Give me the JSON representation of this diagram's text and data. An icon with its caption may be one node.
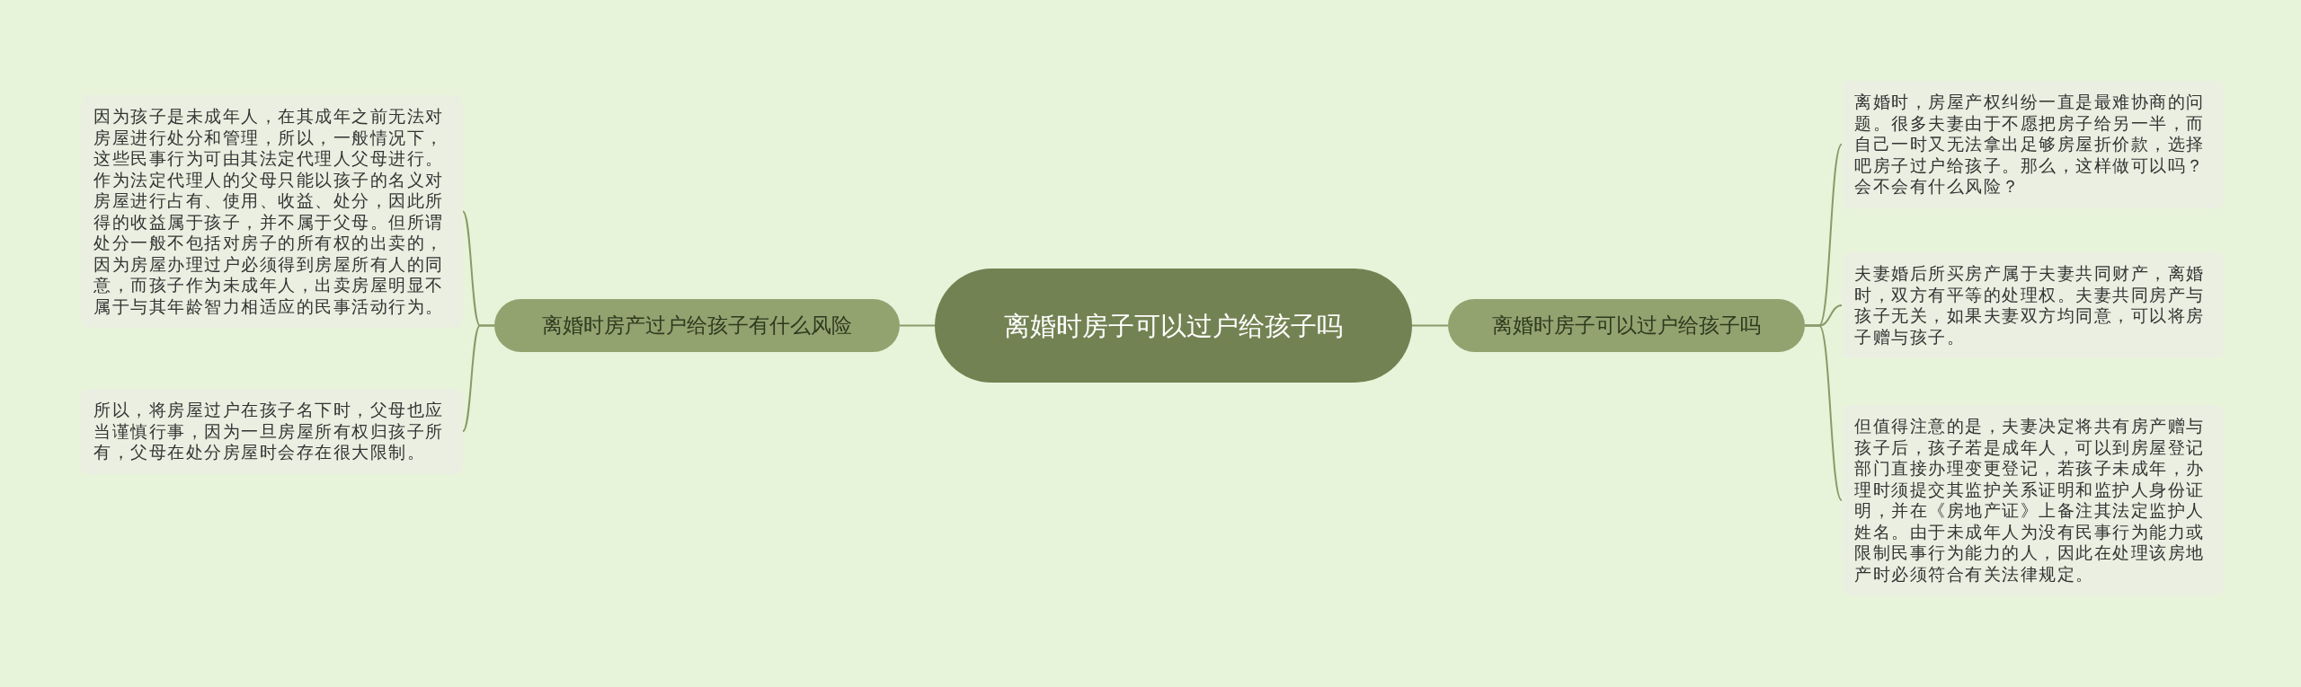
{
  "diagram": {
    "nodes": [
      {
        "text": [
          "离婚时房子可以过户给孩子吗"
        ]
      },
      {
        "text": [
          "离婚时房产过户给孩子有什么风险"
        ]
      },
      {
        "text": [
          "因为孩子是未成年人，在其成年之前无法对房屋进行处分和管理，所以，一般情况下，这些民事行为可由其法定代理人父母进行。作为法定代理人的父母只能以孩子的名义对房屋进行占有、使用、收益、处分，因此所得的收益属于孩子，并不属于父母。但所谓处分一般不包括对房子的所有权的出卖的，因为房屋办理过户必须得到房屋所有人的同意，而孩子作为未成年人，出卖房屋明显不属于与其年龄智力相适应的民事活动行为。"
        ]
      },
      {
        "text": [
          "所以，将房屋过户在孩子名下时，父母也应当谨慎行事，因为一旦房屋所有权归孩子所有，父母在处分房屋时会存在很大限制。"
        ]
      },
      {
        "text": [
          "离婚时房子可以过户给孩子吗"
        ]
      },
      {
        "text": [
          "离婚时，房屋产权纠纷一直是最难协商的问题。很多夫妻由于不愿把房子给另一半，而自己一时又无法拿出足够房屋折价款，选择吧房子过户给孩子。那么，这样做可以吗？会不会有什么风险？"
        ]
      },
      {
        "text": [
          "夫妻婚后所买房产属于夫妻共同财产，离婚时，双方有平等的处理权。夫妻共同房产与孩子无关，如果夫妻双方均同意，可以将房子赠与孩子。"
        ]
      },
      {
        "text": [
          "但值得注意的是，夫妻决定将共有房产赠与孩子后，孩子若是成年人，可以到房屋登记部门直接办理变更登记，若孩子未成年，办理时须提交其监护关系证明和监护人身份证明，并在《房地产证》上备注其法定监护人姓名。由于未成年人为没有民事行为能力或限制民事行为能力的人，因此在处理该房地产时必须符合有关法律规定。"
        ]
      }
    ],
    "edges": [
      {
        "from": 0,
        "to": 1,
        "arrow": "none"
      },
      {
        "from": 1,
        "to": 2,
        "arrow": "none"
      },
      {
        "from": 1,
        "to": 3,
        "arrow": "none"
      },
      {
        "from": 0,
        "to": 4,
        "arrow": "none"
      },
      {
        "from": 4,
        "to": 5,
        "arrow": "none"
      },
      {
        "from": 4,
        "to": 6,
        "arrow": "none"
      },
      {
        "from": 4,
        "to": 7,
        "arrow": "none"
      }
    ]
  }
}
